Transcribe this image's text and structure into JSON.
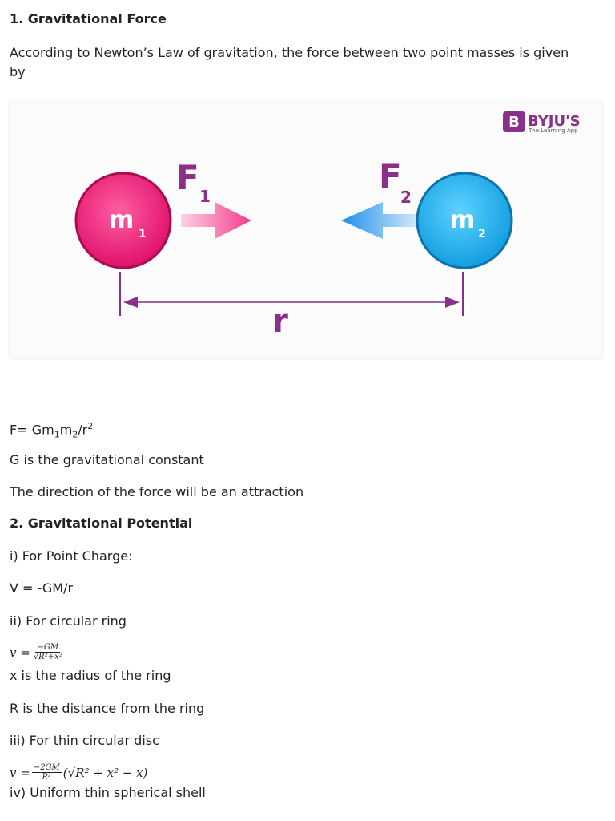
{
  "section1": {
    "heading": "1. Gravitational Force",
    "intro": "According to Newton’s Law of gravitation, the force between two point masses is given by",
    "formula_prefix": "F= Gm",
    "formula_sub1": "1",
    "formula_mid": "m",
    "formula_sub2": "2",
    "formula_suffix": "/r",
    "formula_sup": "2",
    "line_g": "G is the gravitational constant",
    "line_direction": "The direction of the force will be an attraction"
  },
  "figure": {
    "brand_name": "BYJU'S",
    "brand_tagline": "The Learning App",
    "mass1_label": "m",
    "mass1_sub": "1",
    "mass2_label": "m",
    "mass2_sub": "2",
    "force1_label": "F",
    "force1_sub": "1",
    "force2_label": "F",
    "force2_sub": "2",
    "distance_label": "r",
    "colors": {
      "mass1": "#e8166f",
      "mass2": "#1aa6e6",
      "purple": "#8a2f8a",
      "arrow_pink": "#f03c8c",
      "arrow_blue": "#1e8fe8"
    }
  },
  "section2": {
    "heading": "2. Gravitational Potential",
    "item1": "i) For Point Charge:",
    "formula1": "V = -GM/r",
    "item2": "ii) For circular ring",
    "ring_lhs": "v =",
    "ring_num": "−GM",
    "ring_den": "√R²+x²",
    "ring_x": "x is the radius of the ring",
    "ring_R": "R is the distance from the ring",
    "item3": "iii) For thin circular disc",
    "disc_lhs": "v =",
    "disc_num": "−2GM",
    "disc_den": "R²",
    "disc_rhs": "(√R² + x² − x)",
    "item4": "iv) Uniform thin spherical shell"
  }
}
